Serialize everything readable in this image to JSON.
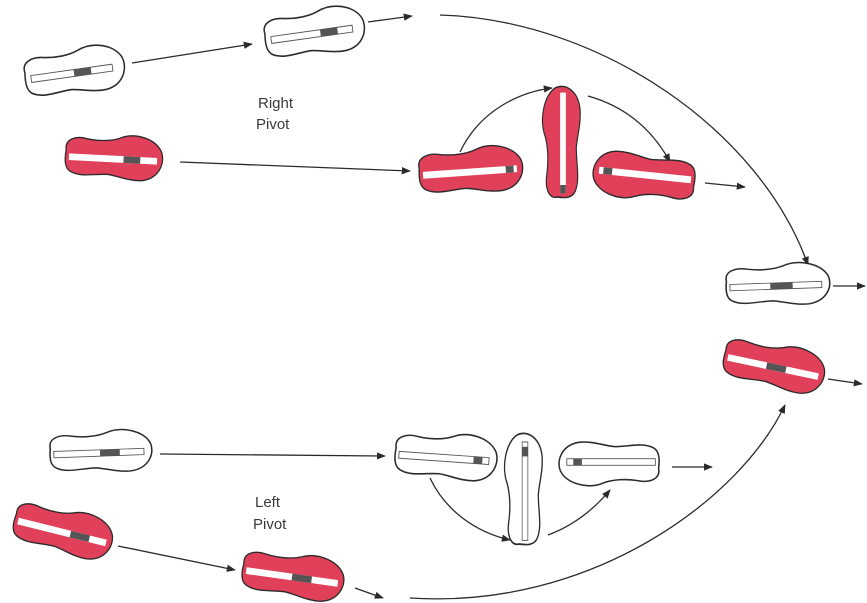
{
  "labels": {
    "right_pivot_line1": "Right",
    "right_pivot_line2": "Pivot",
    "left_pivot_line1": "Left",
    "left_pivot_line2": "Pivot"
  },
  "colors": {
    "red_foot": "#e0405a",
    "white_foot": "#ffffff",
    "outline": "#2b2b2b",
    "marker": "#555555"
  }
}
